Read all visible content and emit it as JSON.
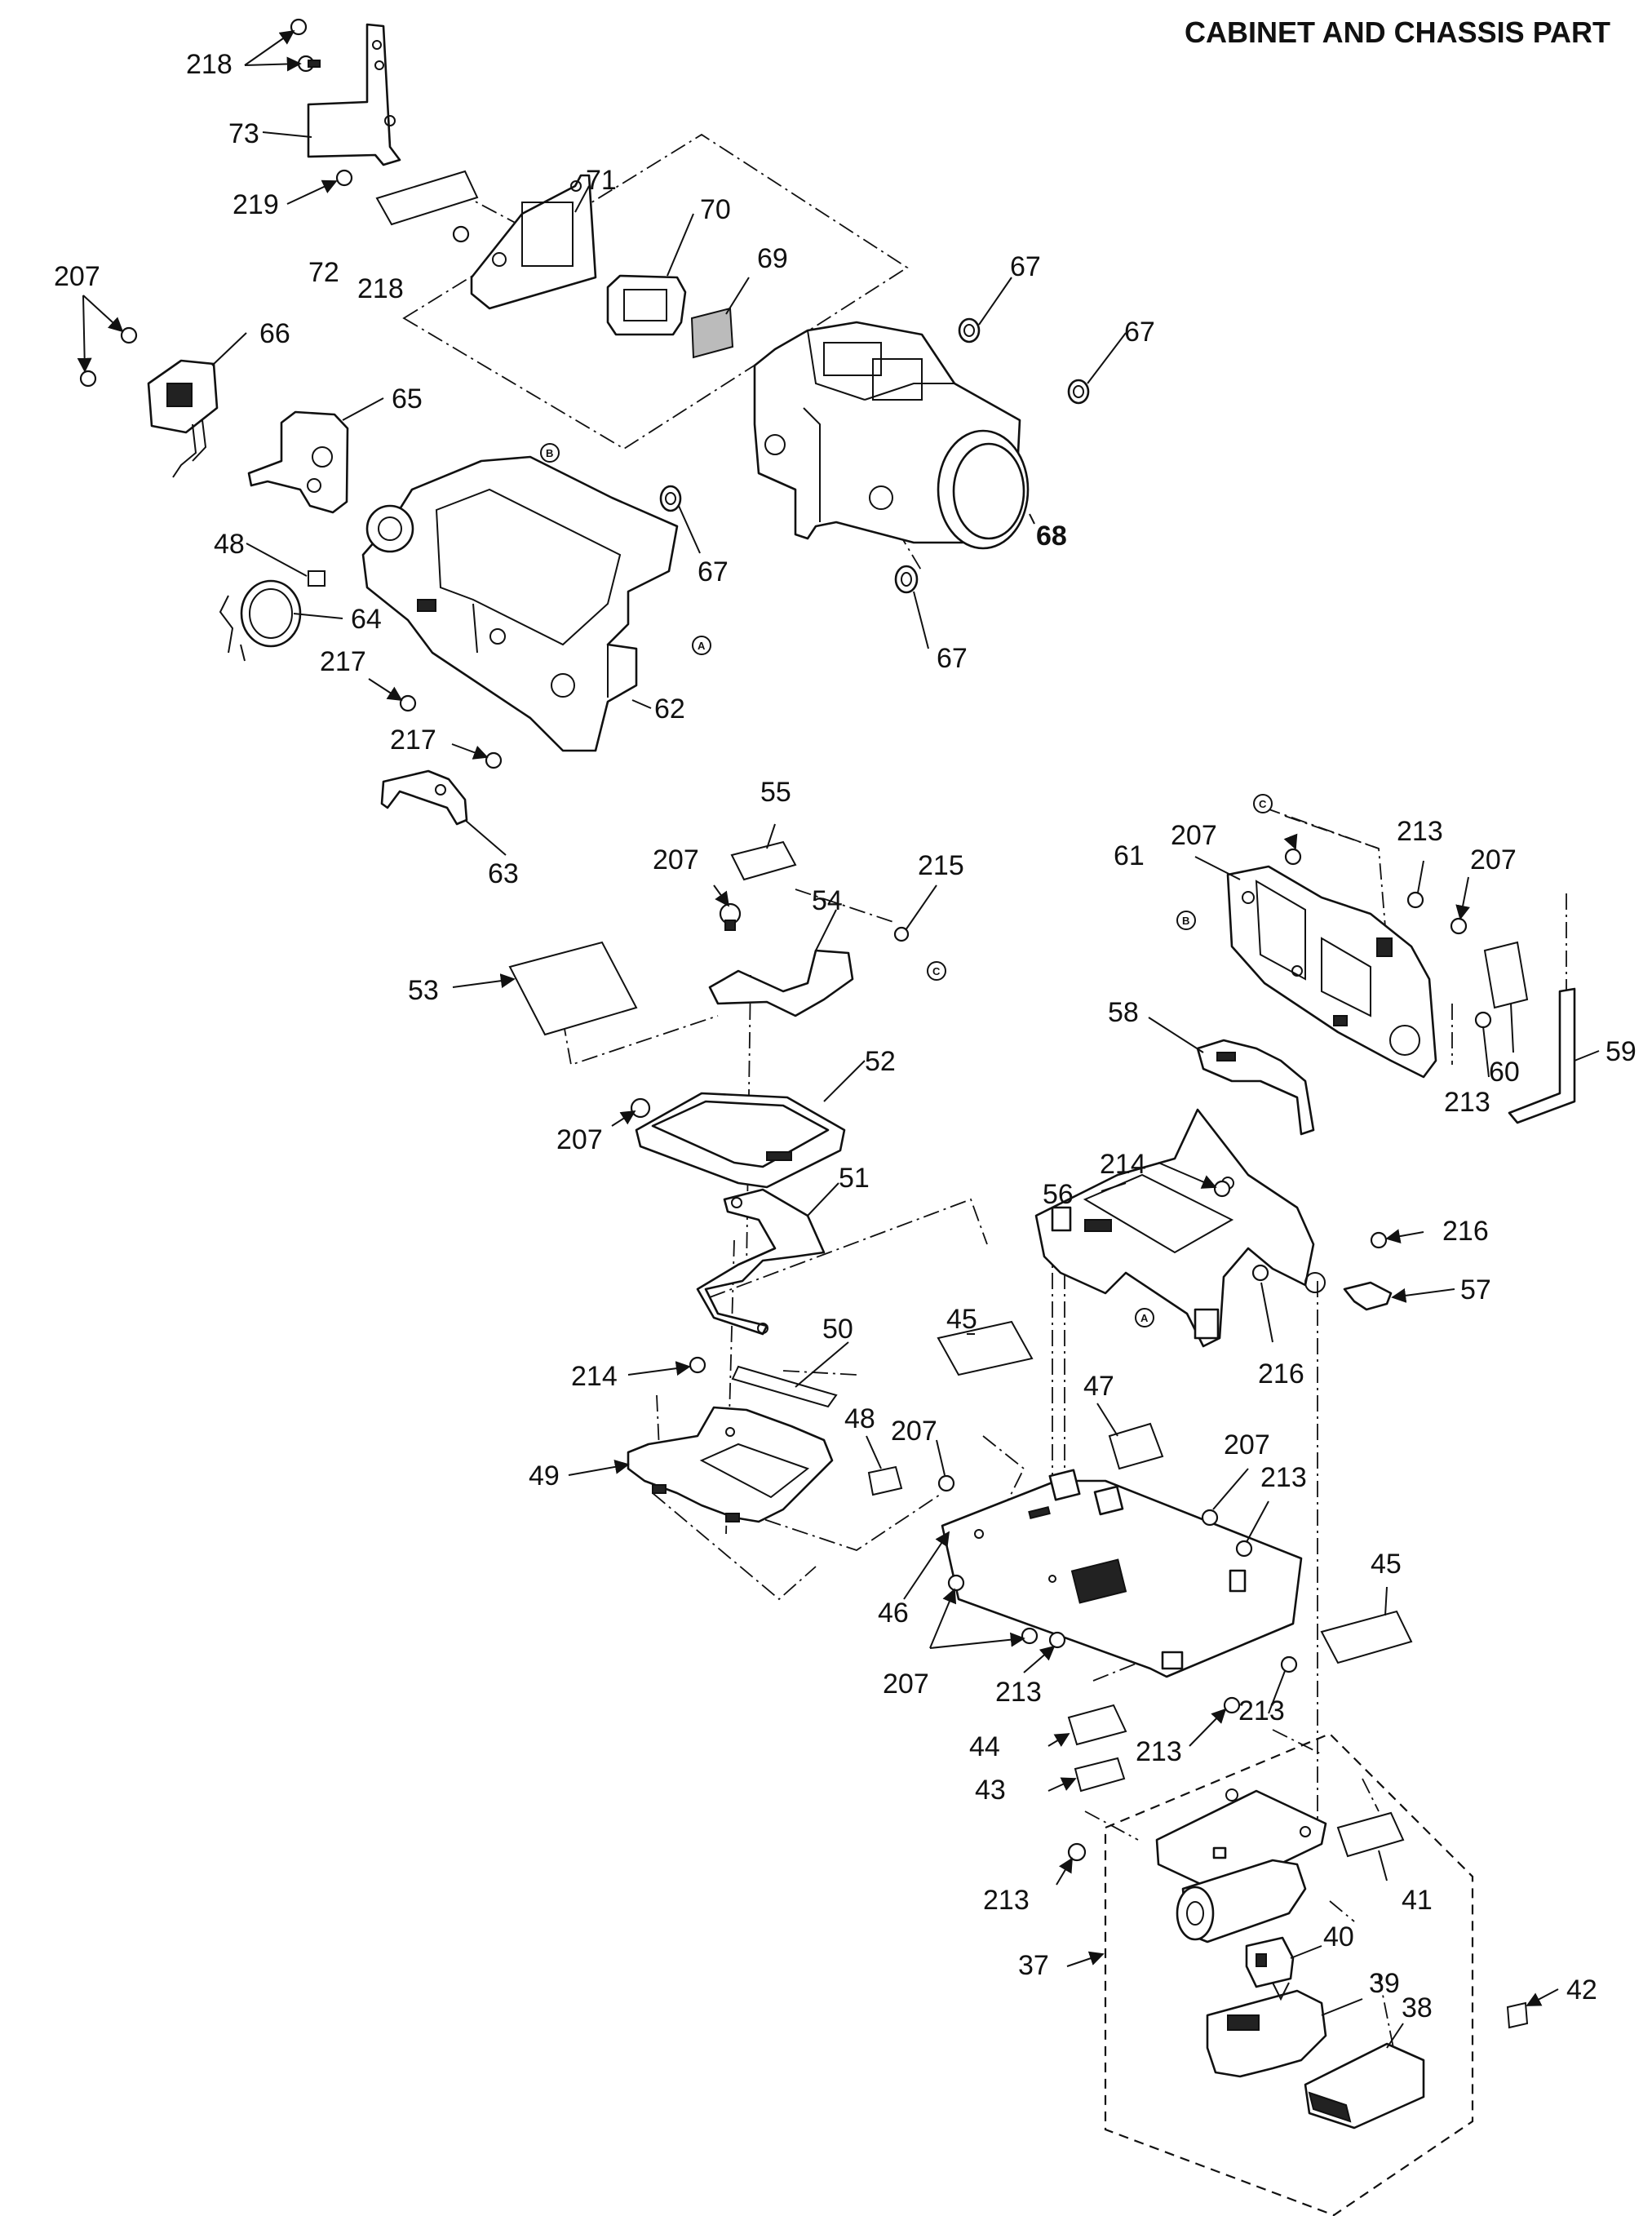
{
  "title": "CABINET AND CHASSIS PART",
  "circled_refs": [
    "A",
    "B",
    "C"
  ],
  "assembly": "37",
  "parts": [
    "38",
    "39",
    "40",
    "41",
    "42",
    "43",
    "44",
    "45",
    "46",
    "47",
    "48",
    "49",
    "50",
    "51",
    "52",
    "53",
    "54",
    "55",
    "56",
    "57",
    "58",
    "59",
    "60",
    "61",
    "62",
    "63",
    "64",
    "65",
    "66",
    "67",
    "68",
    "69",
    "70",
    "71",
    "72",
    "73"
  ],
  "screws": [
    "207",
    "213",
    "214",
    "215",
    "216",
    "217",
    "218",
    "219"
  ],
  "colors": {
    "ink": "#111111",
    "paper": "#ffffff"
  }
}
